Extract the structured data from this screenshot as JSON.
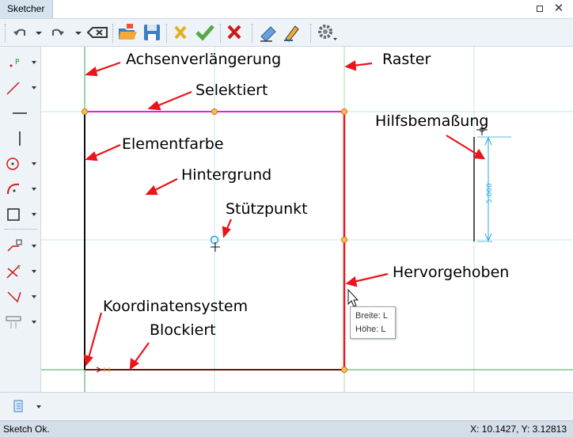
{
  "window": {
    "tab_title": "Sketcher"
  },
  "toolbar": {
    "icons": [
      "undo-icon",
      "redo-icon",
      "dropdown-arrow-icon",
      "delete-backspace-icon",
      "open-folder-icon",
      "save-icon",
      "cross-yellow-icon",
      "checkmark-icon",
      "cancel-icon",
      "eraser-icon",
      "pen-edit-icon",
      "settings-gear-icon"
    ]
  },
  "left_toolbar": {
    "tools": [
      "point-tool-icon",
      "line-tool-icon",
      "horizontal-line-icon",
      "vertical-line-icon",
      "circle-tool-icon",
      "arc-tool-icon",
      "rectangle-tool-icon",
      "fillet-tool-icon",
      "trim-tool-icon",
      "extend-tool-icon",
      "constraint-tool-icon"
    ],
    "point_label": "P"
  },
  "annotations": {
    "achsenverlaengerung": "Achsenverlängerung",
    "raster": "Raster",
    "selektiert": "Selektiert",
    "hilfsbemassung": "Hilfsbemaßung",
    "elementfarbe": "Elementfarbe",
    "hintergrund": "Hintergrund",
    "stuetzpunkt": "Stützpunkt",
    "hervorgehoben": "Hervorgehoben",
    "koordinatensystem": "Koordinatensystem",
    "blockiert": "Blockiert"
  },
  "dimension": {
    "value": "5.000"
  },
  "tooltip": {
    "line1": "Breite: L",
    "line2": "Höhe: L"
  },
  "statusbar": {
    "message": "Sketch Ok.",
    "coords": "X: 10.1427, Y: 3.12813"
  },
  "colors": {
    "annotation_arrow": "#e8151b",
    "selected": "#e020e0",
    "highlighted": "#e8151b",
    "grid": "#c4e4ee",
    "axis_extension": "#3aaa50",
    "dimension": "#22a8e0",
    "point": "#f0a020"
  }
}
